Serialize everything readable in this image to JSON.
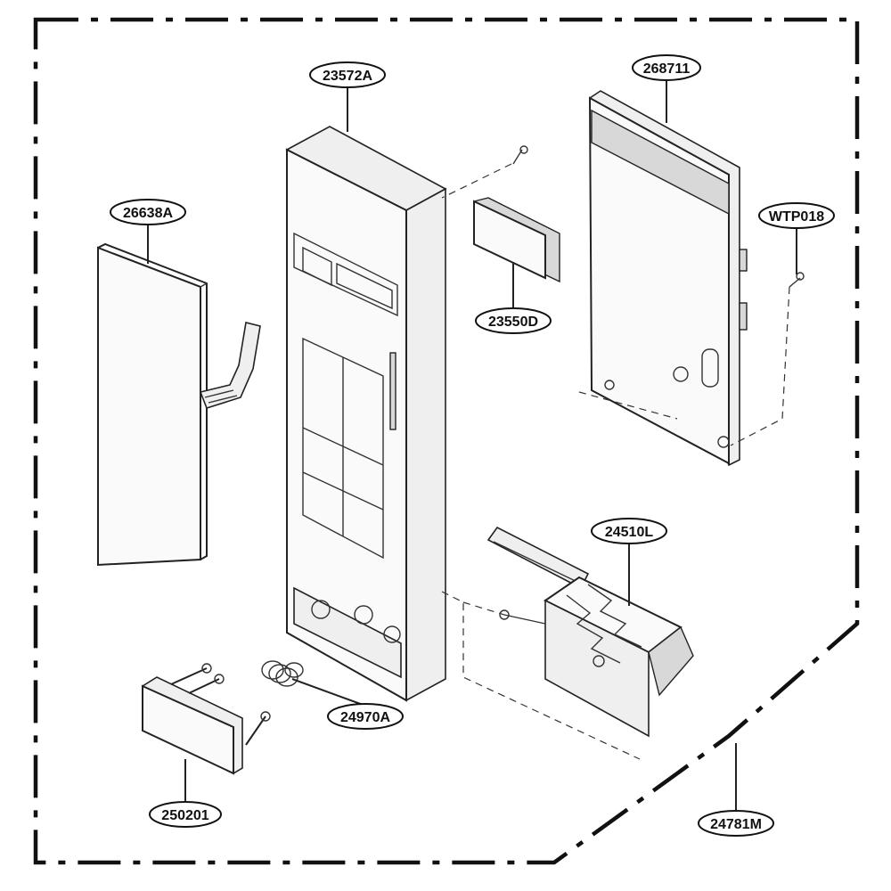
{
  "parts": {
    "front_panel": "23572A",
    "control_board": "268711",
    "membrane_switch": "26638A",
    "screw_board": "WTP018",
    "window_film": "23550D",
    "door_latch_lever": "24510L",
    "spring": "24970A",
    "button": "250201",
    "assembly": "24781M"
  }
}
